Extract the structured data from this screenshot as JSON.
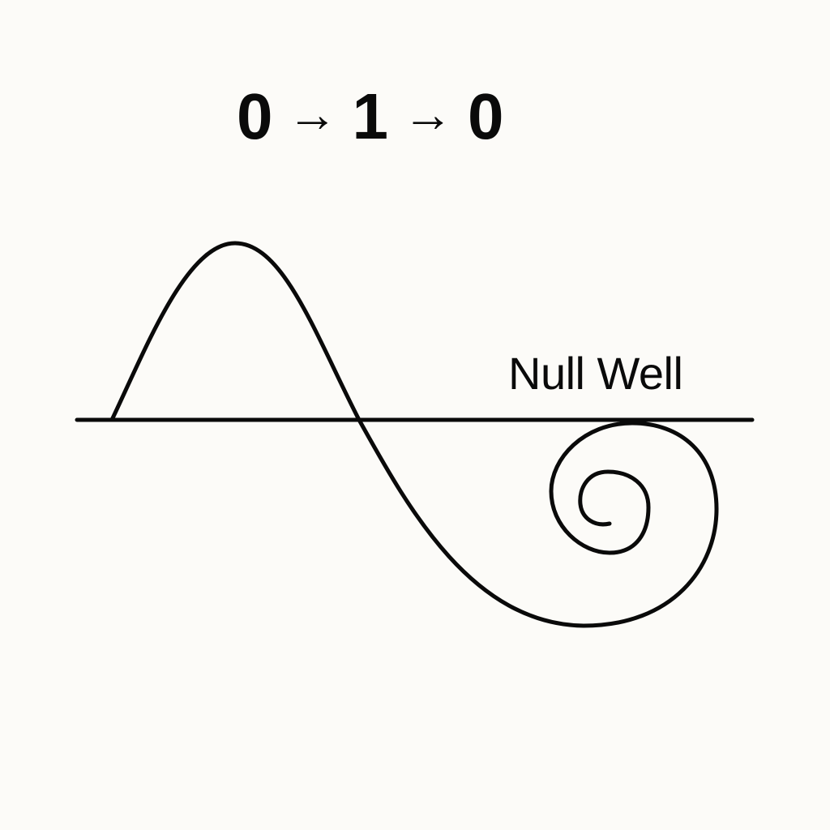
{
  "title": {
    "start": "0",
    "arrow_1": "→",
    "middle": "1",
    "arrow_2": "→",
    "end": "0"
  },
  "labels": {
    "well": "Null Well"
  },
  "colors": {
    "background": "#fcfbf8",
    "ink": "#0a0a0a"
  }
}
